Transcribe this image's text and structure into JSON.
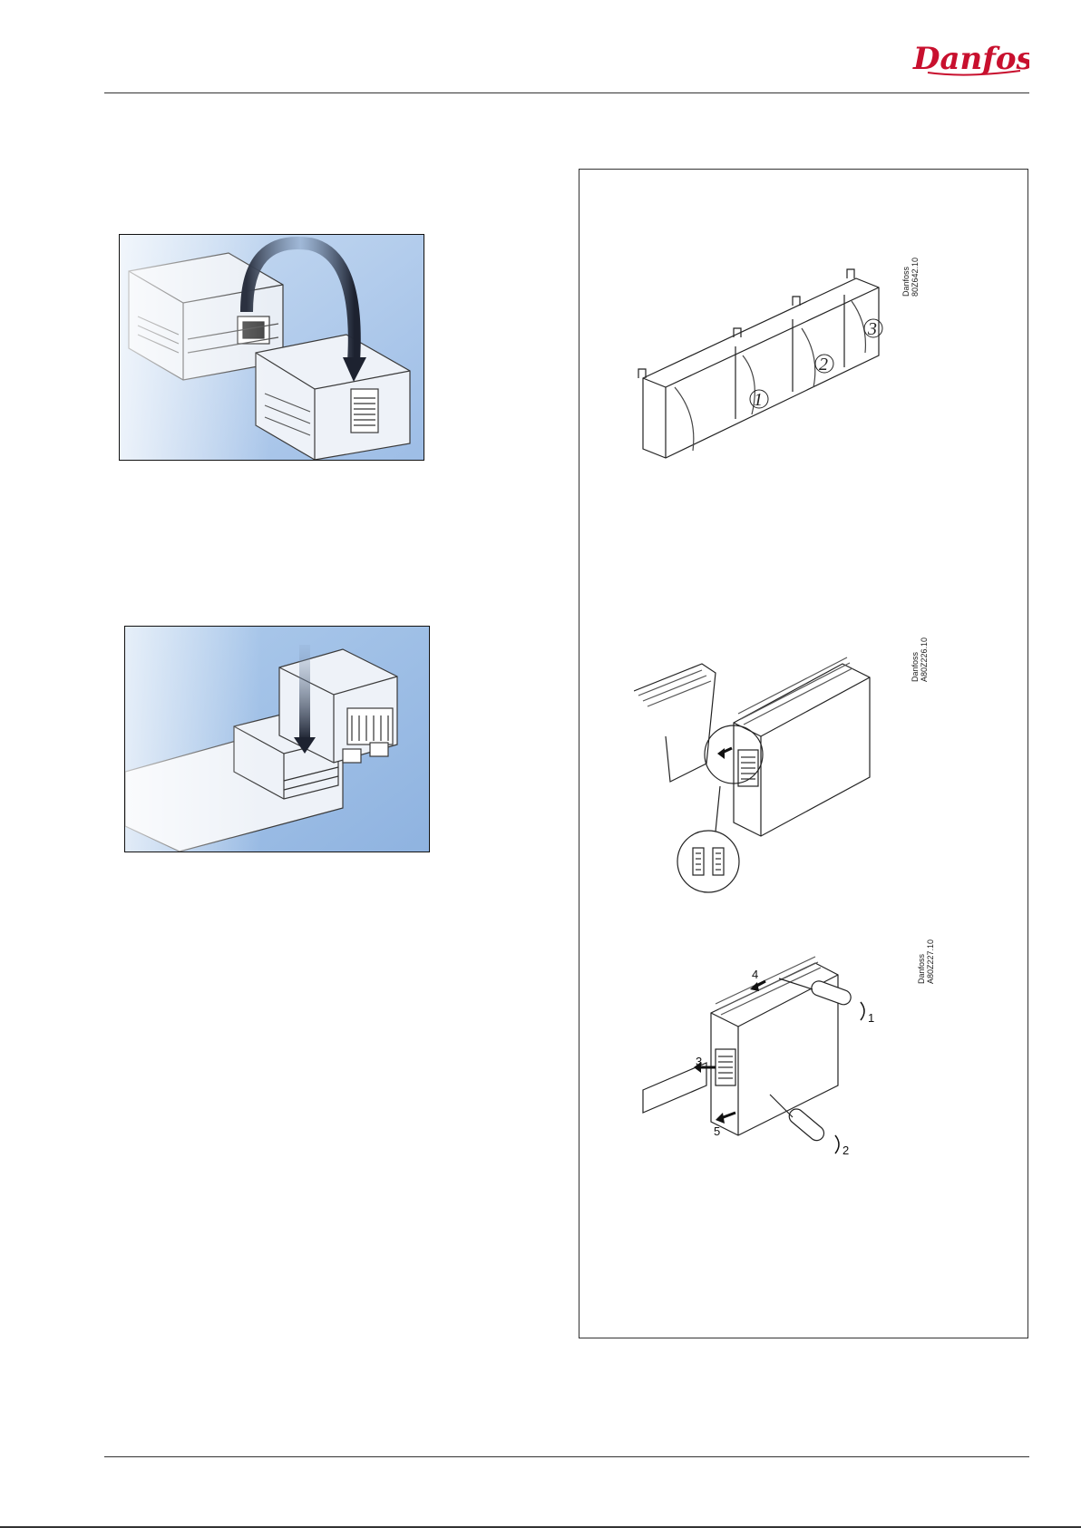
{
  "header": {
    "logo_text": "Danfoss",
    "brand_color": "#c8102e"
  },
  "figures": {
    "photo_top": {
      "description_icon": "module-connect-arc-photo-icon"
    },
    "photo_bottom": {
      "description_icon": "module-stack-down-photo-icon"
    },
    "panel": {
      "fig1": {
        "code_line1": "Danfoss",
        "code_line2": "80Z642.10",
        "labels": [
          "1",
          "2",
          "3"
        ]
      },
      "fig2": {
        "code_line1": "Danfoss",
        "code_line2": "A80Z226.10"
      },
      "fig3": {
        "code_line1": "Danfoss",
        "code_line2": "A80Z227.10",
        "steps": [
          "1",
          "2",
          "3",
          "4",
          "5"
        ]
      }
    }
  },
  "colors": {
    "photo_bg": "#a9c6e8",
    "rule": "#333333"
  }
}
